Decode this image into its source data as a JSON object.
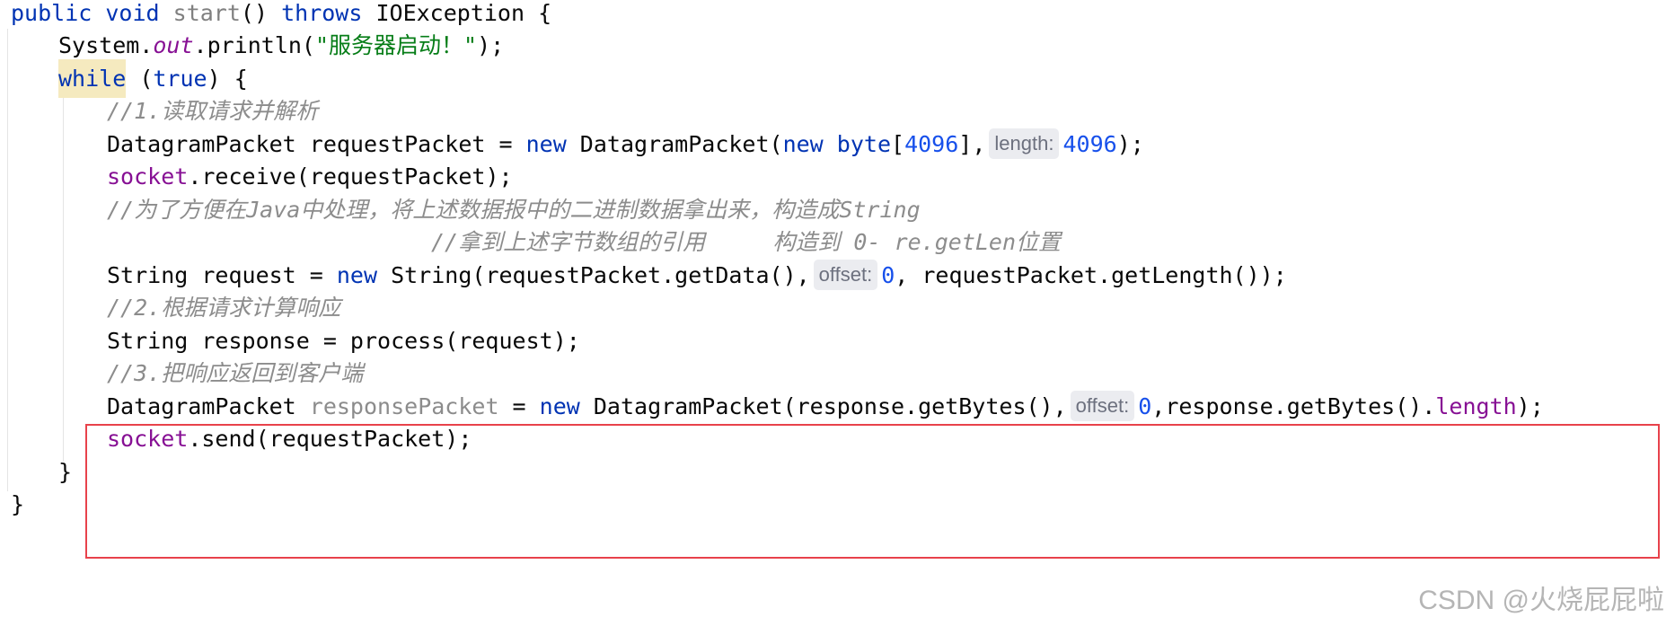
{
  "code": {
    "line1": {
      "k_public": "public",
      "k_void": "void",
      "name": "start",
      "parens": "()",
      "k_throws": "throws",
      "exc": "IOException",
      "brace": "{"
    },
    "line2": {
      "cls": "System.",
      "field": "out",
      "call": ".println(",
      "str": "\"服务器启动！\"",
      "end": ");"
    },
    "line3": {
      "k_while": "while",
      "open": " (",
      "k_true": "true",
      "close": ") {"
    },
    "line4": {
      "comment": "//1.读取请求并解析"
    },
    "line5": {
      "a": "DatagramPacket requestPacket = ",
      "k_new1": "new",
      "b": " DatagramPacket(",
      "k_new2": "new",
      "k_byte": "byte",
      "c": "[",
      "n1": "4096",
      "d": "],",
      "hint": "length:",
      "n2": "4096",
      "e": ");"
    },
    "line6": {
      "field": "socket",
      "rest": ".receive(requestPacket);"
    },
    "line7": {
      "comment": "//为了方便在Java中处理，将上述数据报中的二进制数据拿出来，构造成String"
    },
    "line8": {
      "comment": "//拿到上述字节数组的引用     构造到 0- re.getLen位置"
    },
    "line9": {
      "a": "String request = ",
      "k_new": "new",
      "b": " String(requestPacket.getData(),",
      "hint": "offset:",
      "n": "0",
      "c": ", requestPacket.getLength());"
    },
    "line10": {
      "comment": "//2.根据请求计算响应"
    },
    "line11": {
      "text": "String response = process(request);"
    },
    "line12": {
      "comment": "//3.把响应返回到客户端"
    },
    "line13": {
      "a": "DatagramPacket ",
      "unused": "responsePacket",
      "b": " = ",
      "k_new": "new",
      "c": " DatagramPacket(response.getBytes(),",
      "hint": "offset:",
      "n": "0",
      "d": ",response.getBytes().",
      "field": "length",
      "e": ");"
    },
    "line14": {
      "field": "socket",
      "rest": ".send(requestPacket);"
    },
    "line15": {
      "brace": "}"
    },
    "line16": {
      "brace": "}"
    }
  },
  "watermark": "CSDN @火烧屁屁啦",
  "colors": {
    "keyword": "#0033b3",
    "comment": "#8c8c8c",
    "string": "#067d17",
    "number": "#1750eb",
    "field": "#871094",
    "highlight_box": "#e8424b"
  }
}
